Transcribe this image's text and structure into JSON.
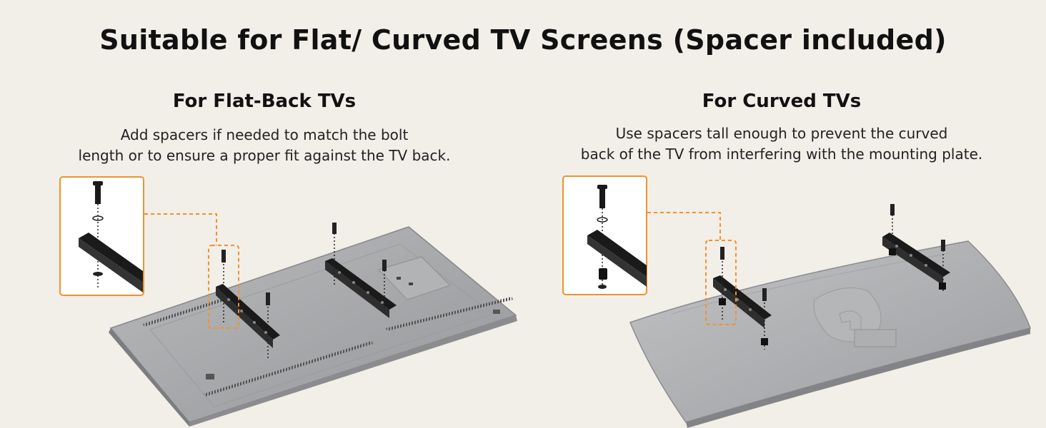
{
  "header": {
    "title": "Suitable for Flat/ Curved TV Screens (Spacer included)"
  },
  "flat": {
    "title": "For Flat-Back TVs",
    "desc_line1": "Add spacers if needed to match the bolt",
    "desc_line2": "length or to ensure a proper fit against the TV back."
  },
  "curved": {
    "title": "For Curved TVs",
    "desc_line1": "Use spacers tall enough to prevent the curved",
    "desc_line2": "back of the TV from interfering with the mounting plate."
  },
  "colors": {
    "background": "#f2eee8",
    "accent_orange": "#f0922e",
    "tv_gray": "#a8a9ab",
    "bracket_black": "#1a1a1a"
  }
}
